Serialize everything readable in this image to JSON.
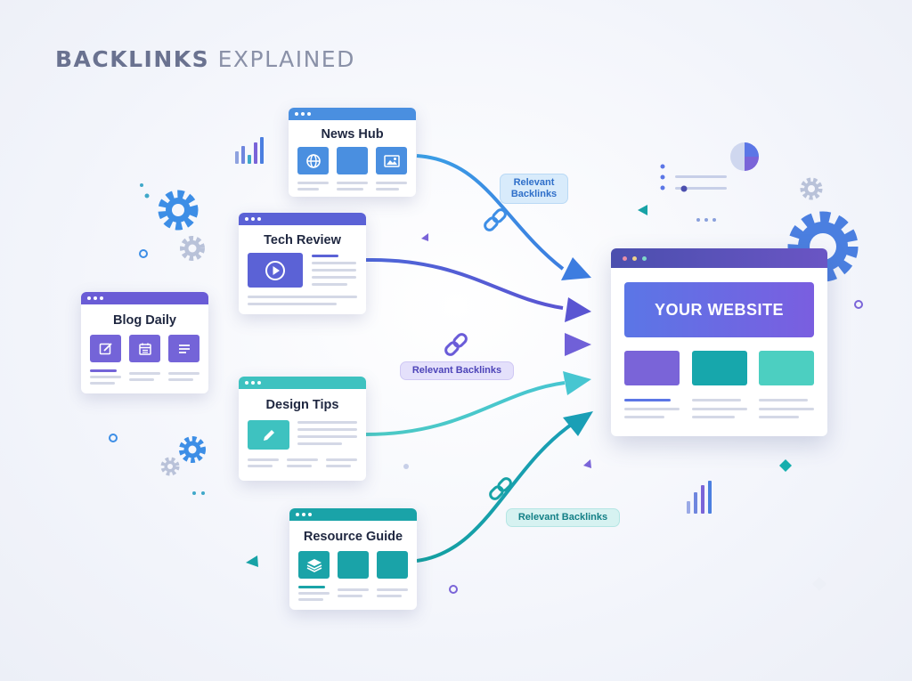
{
  "title": {
    "strong": "BACKLINKS",
    "light": "EXPLAINED"
  },
  "sources": [
    {
      "name": "News Hub",
      "bar_color": "#4a8fe0",
      "icons": [
        "globe-icon",
        "blank-tile",
        "image-icon"
      ]
    },
    {
      "name": "Tech Review",
      "bar_color": "#5b62d6",
      "icons": [
        "play-icon"
      ]
    },
    {
      "name": "Blog Daily",
      "bar_color": "#6a5cd6",
      "icons": [
        "edit-icon",
        "calendar-icon",
        "list-icon"
      ]
    },
    {
      "name": "Design Tips",
      "bar_color": "#3ec2c0",
      "icons": [
        "pencil-icon"
      ]
    },
    {
      "name": "Resource Guide",
      "bar_color": "#1aa3a8",
      "icons": [
        "layers-icon",
        "blank-tile",
        "blank-tile"
      ]
    }
  ],
  "target": {
    "label": "YOUR WEBSITE"
  },
  "link_labels": [
    {
      "id": "top",
      "text": "Relevant\nBacklinks"
    },
    {
      "id": "middle",
      "text": "Relevant Backlinks"
    },
    {
      "id": "bottom",
      "text": "Relevant Backlinks"
    }
  ],
  "colors": {
    "arrow_blue": "#3d8ee6",
    "arrow_indigo": "#5560d8",
    "arrow_purple": "#6a5cd8",
    "arrow_teal_light": "#4cc9c4",
    "arrow_teal": "#17a2a6",
    "accent_purple": "#7a64d8",
    "accent_teal": "#17b0ae"
  }
}
